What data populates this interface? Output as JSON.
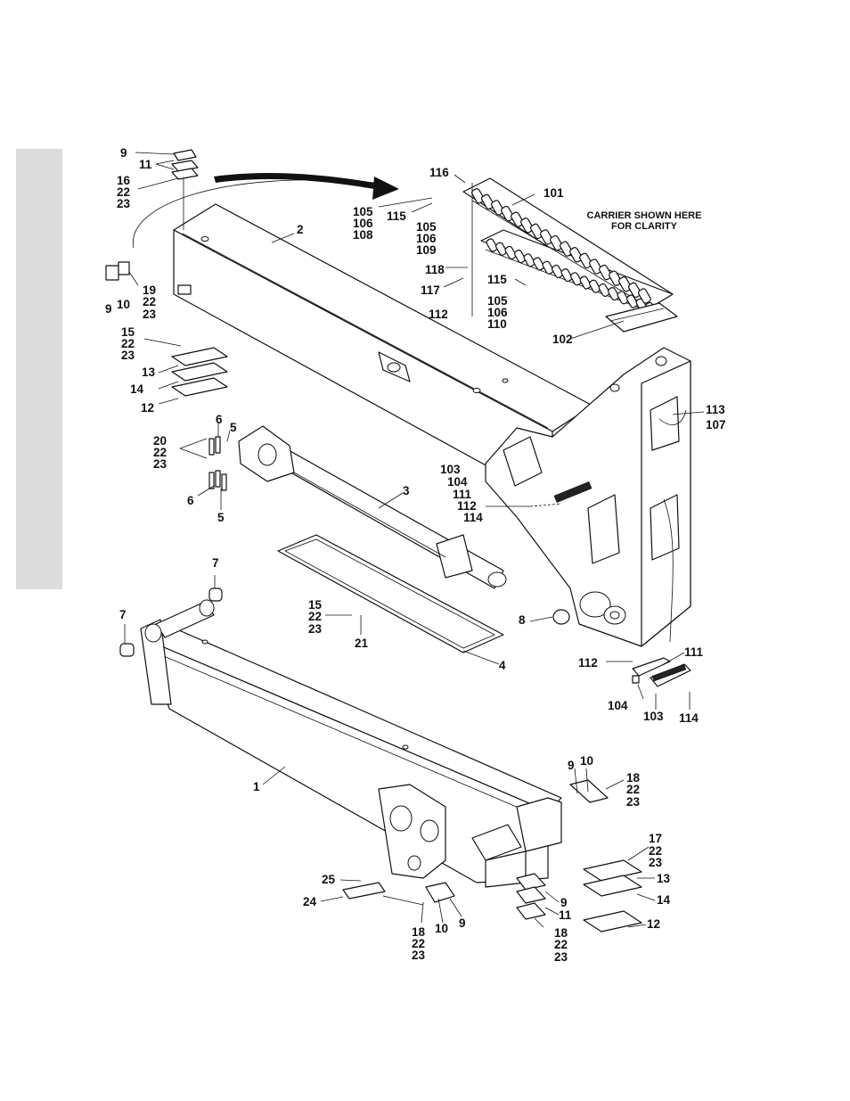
{
  "note": {
    "line1": "CARRIER SHOWN HERE",
    "line2": "FOR CLARITY"
  },
  "callouts": {
    "c_9_top": "9",
    "c_11_top": "11",
    "c_16_top": "16",
    "c_22_a": "22",
    "c_23_a": "23",
    "c_9_left": "9",
    "c_10_left": "10",
    "c_19": "19",
    "c_22_b": "22",
    "c_23_b": "23",
    "c_15_a": "15",
    "c_22_c": "22",
    "c_23_c": "23",
    "c_13_a": "13",
    "c_14_a": "14",
    "c_12_a": "12",
    "c_2": "2",
    "c_116": "116",
    "c_101": "101",
    "c_105_a": "105",
    "c_106_a": "106",
    "c_108": "108",
    "c_115_a": "115",
    "c_105_b": "105",
    "c_106_b": "106",
    "c_109": "109",
    "c_118": "118",
    "c_117": "117",
    "c_115_b": "115",
    "c_105_c": "105",
    "c_106_c": "106",
    "c_110": "110",
    "c_112_a": "112",
    "c_102": "102",
    "c_113": "113",
    "c_107": "107",
    "c_6_a": "6",
    "c_5_a": "5",
    "c_20": "20",
    "c_22_d": "22",
    "c_23_d": "23",
    "c_6_b": "6",
    "c_5_b": "5",
    "c_3": "3",
    "c_103_a": "103",
    "c_104_a": "104",
    "c_111_a": "111",
    "c_112_b": "112",
    "c_114_a": "114",
    "c_7_a": "7",
    "c_7_b": "7",
    "c_15_b": "15",
    "c_22_e": "22",
    "c_23_e": "23",
    "c_21": "21",
    "c_4": "4",
    "c_8": "8",
    "c_112_c": "112",
    "c_111_b": "111",
    "c_104_b": "104",
    "c_103_b": "103",
    "c_114_b": "114",
    "c_1": "1",
    "c_9_r": "9",
    "c_10_r": "10",
    "c_18_a": "18",
    "c_22_f": "22",
    "c_23_f": "23",
    "c_17": "17",
    "c_22_g": "22",
    "c_23_g": "23",
    "c_13_b": "13",
    "c_14_b": "14",
    "c_12_b": "12",
    "c_25": "25",
    "c_24": "24",
    "c_18_b": "18",
    "c_22_h": "22",
    "c_23_h": "23",
    "c_10_b": "10",
    "c_9_b": "9",
    "c_9_c": "9",
    "c_11_b": "11",
    "c_18_c": "18",
    "c_22_i": "22",
    "c_23_i": "23"
  }
}
